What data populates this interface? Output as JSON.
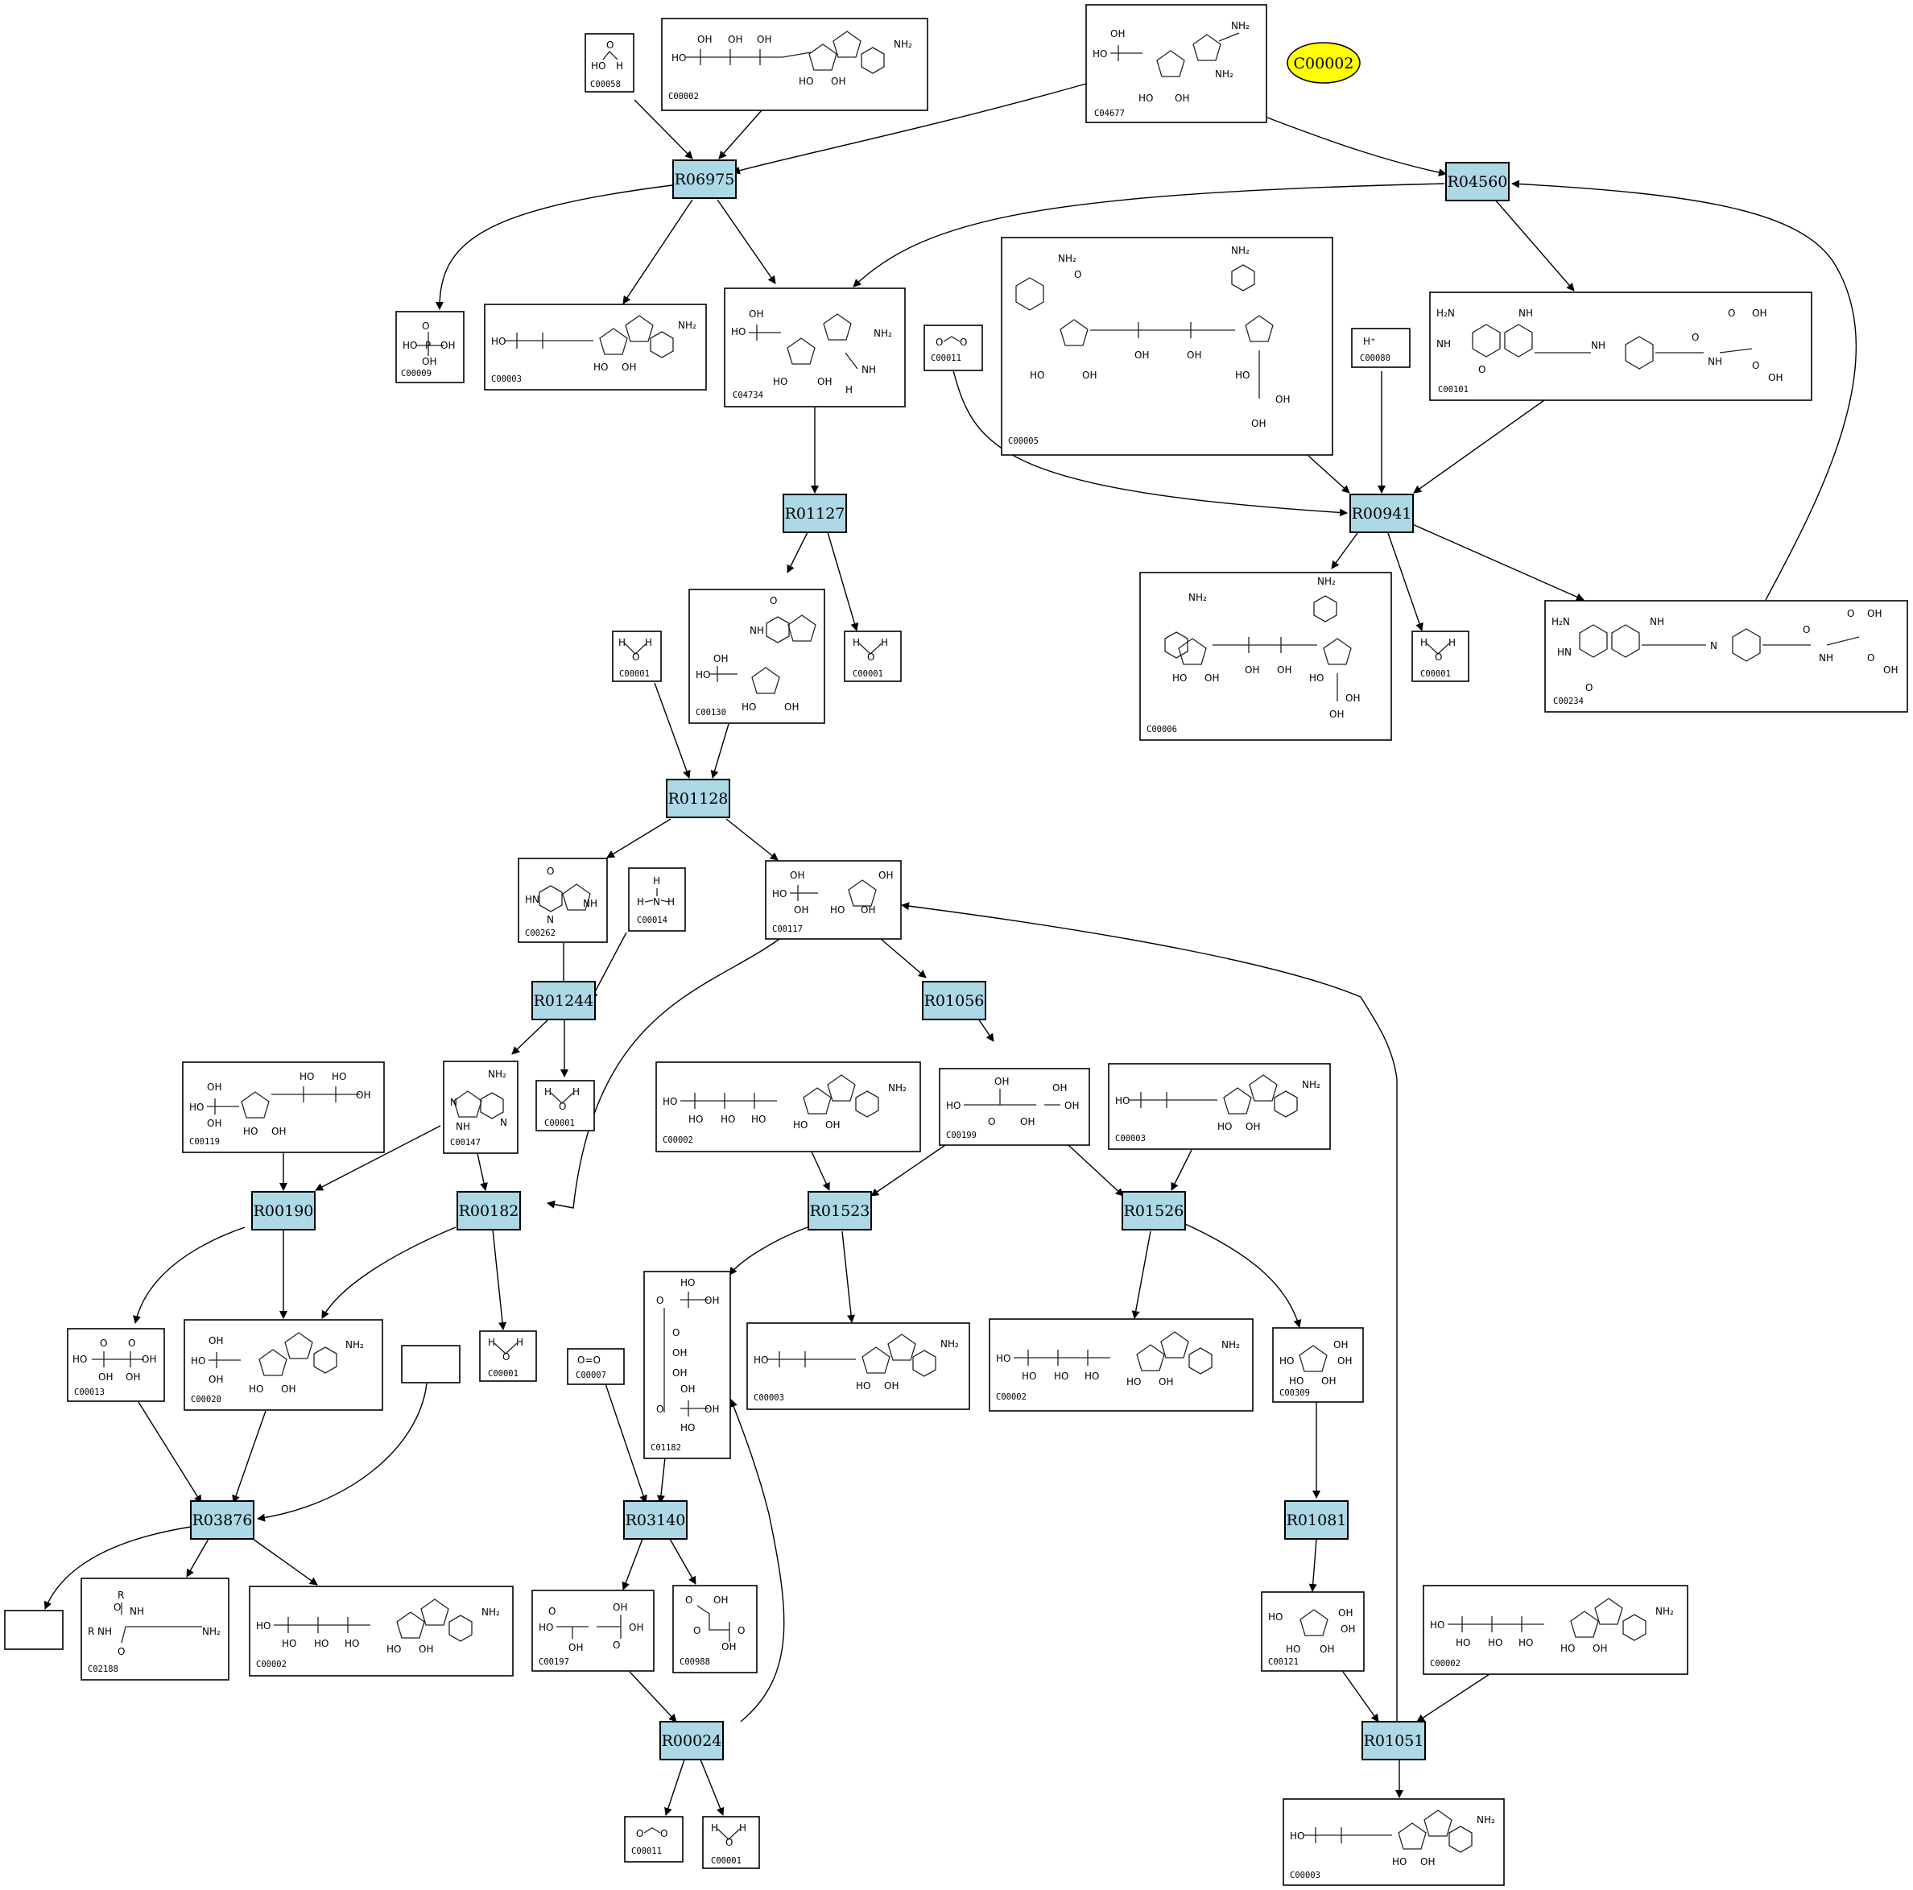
{
  "highlight": {
    "label": "C00002"
  },
  "reactions": {
    "R06975": "R06975",
    "R04560": "R04560",
    "R01127": "R01127",
    "R00941": "R00941",
    "R01128": "R01128",
    "R01244": "R01244",
    "R01056": "R01056",
    "R00190": "R00190",
    "R00182": "R00182",
    "R01523": "R01523",
    "R01526": "R01526",
    "R03876": "R03876",
    "R03140": "R03140",
    "R01081": "R01081",
    "R00024": "R00024",
    "R01051": "R01051"
  },
  "compounds": {
    "c_c00058": "C00058",
    "c_c00002a": "C00002",
    "c_c04677": "C04677",
    "c_c00009": "C00009",
    "c_c00003a": "C00003",
    "c_c04734": "C04734",
    "c_c00011a": "C00011",
    "c_c00005": "C00005",
    "c_c00080": "C00080",
    "c_c00101": "C00101",
    "c_c00001a": "C00001",
    "c_c00130": "C00130",
    "c_c00001b": "C00001",
    "c_c00006": "C00006",
    "c_c00001c": "C00001",
    "c_c00234": "C00234",
    "c_c00262": "C00262",
    "c_c00014": "C00014",
    "c_c00117": "C00117",
    "c_c00119": "C00119",
    "c_c00147": "C00147",
    "c_c00001d": "C00001",
    "c_c00002b": "C00002",
    "c_c00199": "C00199",
    "c_c00003b": "C00003",
    "c_c00013": "C00013",
    "c_c00020": "C00020",
    "c_blank1": "",
    "c_c00001e": "C00001",
    "c_c00007": "C00007",
    "c_c01182": "C01182",
    "c_c00003c": "C00003",
    "c_c00002c": "C00002",
    "c_c00309": "C00309",
    "c_blank2": "",
    "c_c02188": "C02188",
    "c_c00002d": "C00002",
    "c_c00197": "C00197",
    "c_c00988": "C00988",
    "c_c00121": "C00121",
    "c_c00002e": "C00002",
    "c_c00011b": "C00011",
    "c_c00001f": "C00001",
    "c_c00003d": "C00003"
  }
}
